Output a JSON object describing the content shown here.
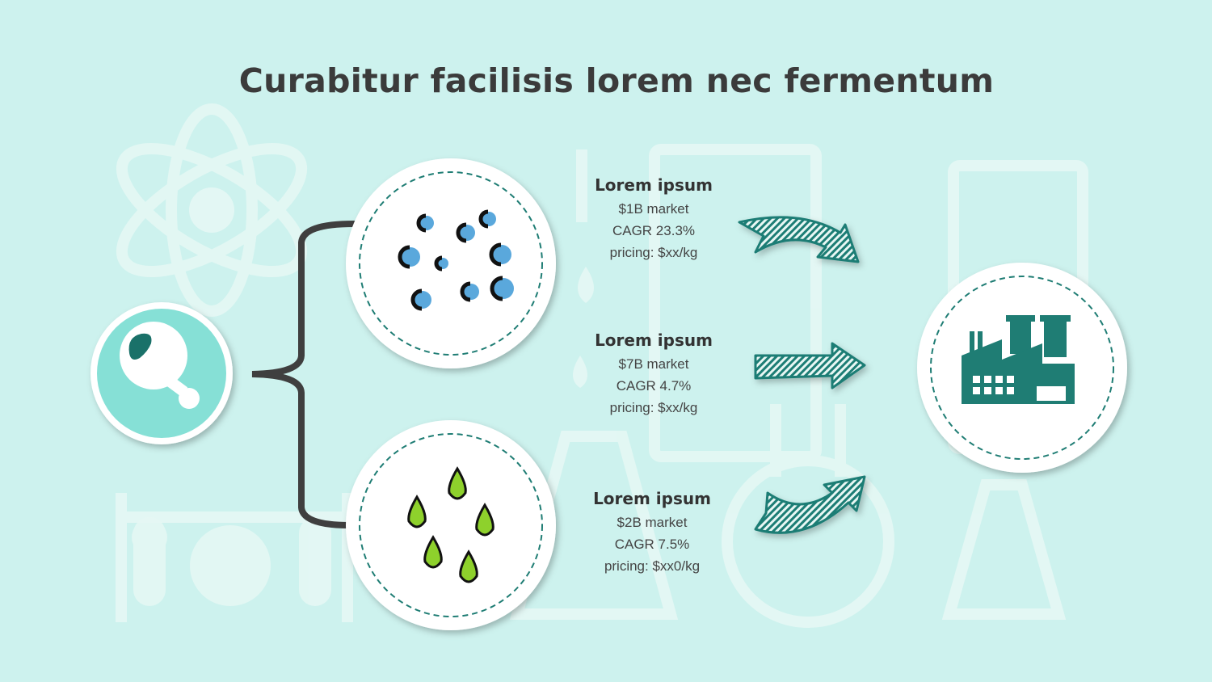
{
  "title": "Curabitur facilisis lorem nec fermentum",
  "segments": [
    {
      "heading": "Lorem ipsum",
      "market": "$1B market",
      "cagr": "CAGR 23.3%",
      "pricing": "pricing: $xx/kg",
      "icon": "blue-particles-icon"
    },
    {
      "heading": "Lorem ipsum",
      "market": "$7B market",
      "cagr": "CAGR 4.7%",
      "pricing": "pricing: $xx/kg",
      "icon": "factory-icon"
    },
    {
      "heading": "Lorem ipsum",
      "market": "$2B market",
      "cagr": "CAGR 7.5%",
      "pricing": "pricing: $xx0/kg",
      "icon": "green-droplets-icon"
    }
  ],
  "colors": {
    "background": "#cdf2ee",
    "teal": "#1f7d74",
    "mint": "#86e0d6",
    "blue": "#5aa8dc",
    "green": "#8ed12c"
  }
}
